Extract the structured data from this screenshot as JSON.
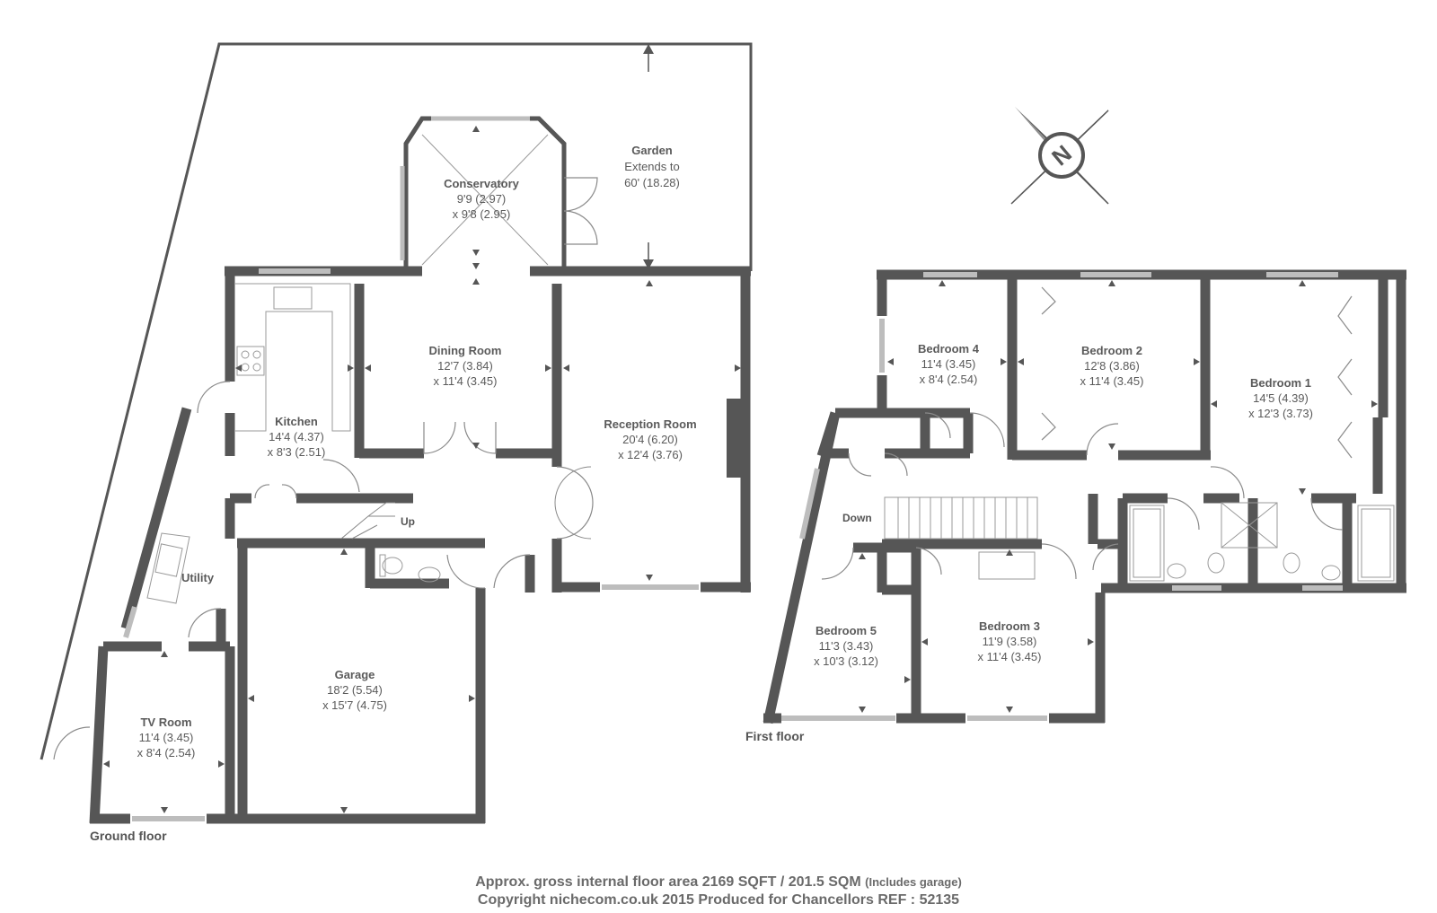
{
  "colors": {
    "wall": "#565656",
    "thin": "#8a8a8a",
    "window": "#bdbdbd",
    "text": "#5a5a5a"
  },
  "ground_floor": {
    "label": "Ground floor",
    "rooms": {
      "conservatory": {
        "name": "Conservatory",
        "dim1": "9'9 (2.97)",
        "dim2": "x 9'8 (2.95)"
      },
      "garden": {
        "name": "Garden",
        "dim1": "Extends to",
        "dim2": "60' (18.28)"
      },
      "dining": {
        "name": "Dining Room",
        "dim1": "12'7 (3.84)",
        "dim2": "x 11'4 (3.45)"
      },
      "kitchen": {
        "name": "Kitchen",
        "dim1": "14'4 (4.37)",
        "dim2": "x 8'3 (2.51)"
      },
      "reception": {
        "name": "Reception Room",
        "dim1": "20'4 (6.20)",
        "dim2": "x 12'4 (3.76)"
      },
      "utility": {
        "name": "Utility"
      },
      "garage": {
        "name": "Garage",
        "dim1": "18'2 (5.54)",
        "dim2": "x 15'7 (4.75)"
      },
      "tv": {
        "name": "TV Room",
        "dim1": "11'4 (3.45)",
        "dim2": "x 8'4 (2.54)"
      }
    },
    "stairs_label": "Up"
  },
  "first_floor": {
    "label": "First floor",
    "rooms": {
      "bed4": {
        "name": "Bedroom 4",
        "dim1": "11'4 (3.45)",
        "dim2": "x 8'4 (2.54)"
      },
      "bed2": {
        "name": "Bedroom 2",
        "dim1": "12'8 (3.86)",
        "dim2": "x 11'4 (3.45)"
      },
      "bed1": {
        "name": "Bedroom 1",
        "dim1": "14'5 (4.39)",
        "dim2": "x 12'3 (3.73)"
      },
      "bed5": {
        "name": "Bedroom 5",
        "dim1": "11'3 (3.43)",
        "dim2": "x 10'3 (3.12)"
      },
      "bed3": {
        "name": "Bedroom 3",
        "dim1": "11'9 (3.58)",
        "dim2": "x 11'4 (3.45)"
      }
    },
    "stairs_label": "Down"
  },
  "compass": {
    "letter": "N"
  },
  "footer": {
    "line1": "Approx. gross internal floor area 2169 SQFT / 201.5 SQM",
    "line1_note": "(Includes garage)",
    "line2": "Copyright nichecom.co.uk 2015 Produced for Chancellors REF : 52135"
  }
}
